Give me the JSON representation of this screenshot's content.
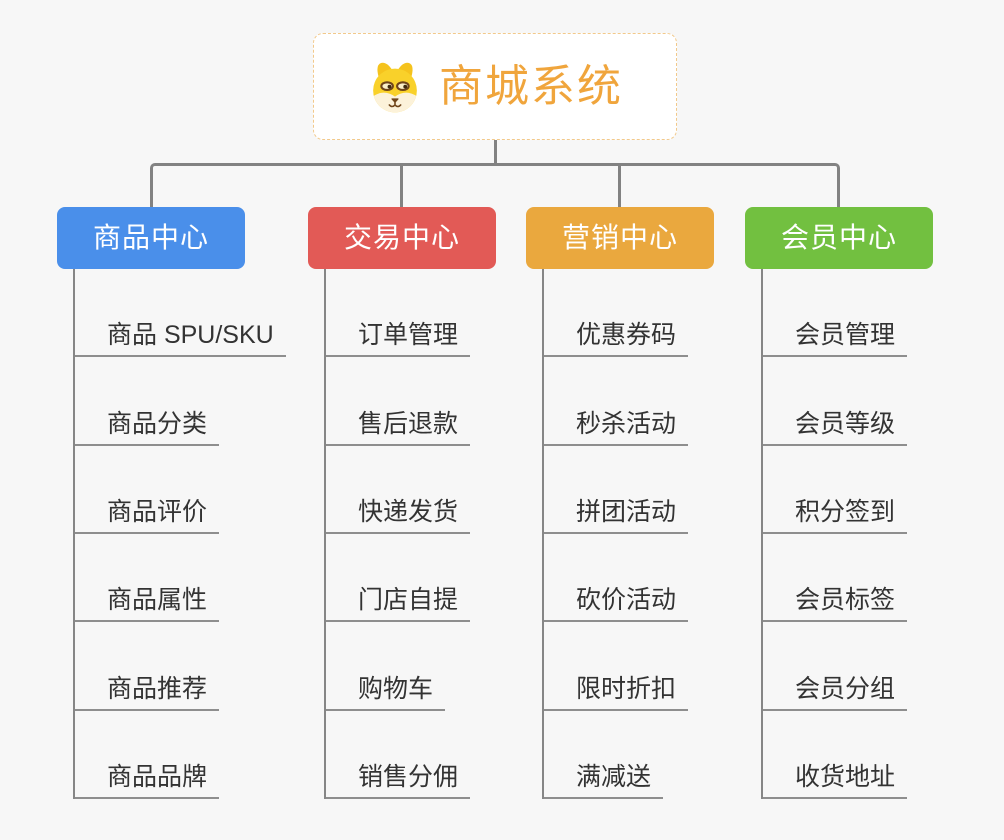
{
  "root": {
    "label": "商城系统",
    "icon": "shiba-dog-face-icon",
    "text_color": "#F0A53C",
    "border_color": "#F2C98B"
  },
  "branches": [
    {
      "label": "商品中心",
      "color": "#4A8FEA",
      "children": [
        "商品 SPU/SKU",
        "商品分类",
        "商品评价",
        "商品属性",
        "商品推荐",
        "商品品牌"
      ]
    },
    {
      "label": "交易中心",
      "color": "#E25A56",
      "children": [
        "订单管理",
        "售后退款",
        "快递发货",
        "门店自提",
        "购物车",
        "销售分佣"
      ]
    },
    {
      "label": "营销中心",
      "color": "#EAA83E",
      "children": [
        "优惠券码",
        "秒杀活动",
        "拼团活动",
        "砍价活动",
        "限时折扣",
        "满减送"
      ]
    },
    {
      "label": "会员中心",
      "color": "#72C040",
      "children": [
        "会员管理",
        "会员等级",
        "积分签到",
        "会员标签",
        "会员分组",
        "收货地址"
      ]
    }
  ],
  "style": {
    "background": "#F7F7F7",
    "connector_color": "#828282",
    "leaf_underline_color": "#8E8E8E",
    "leaf_text_color": "#333333"
  }
}
